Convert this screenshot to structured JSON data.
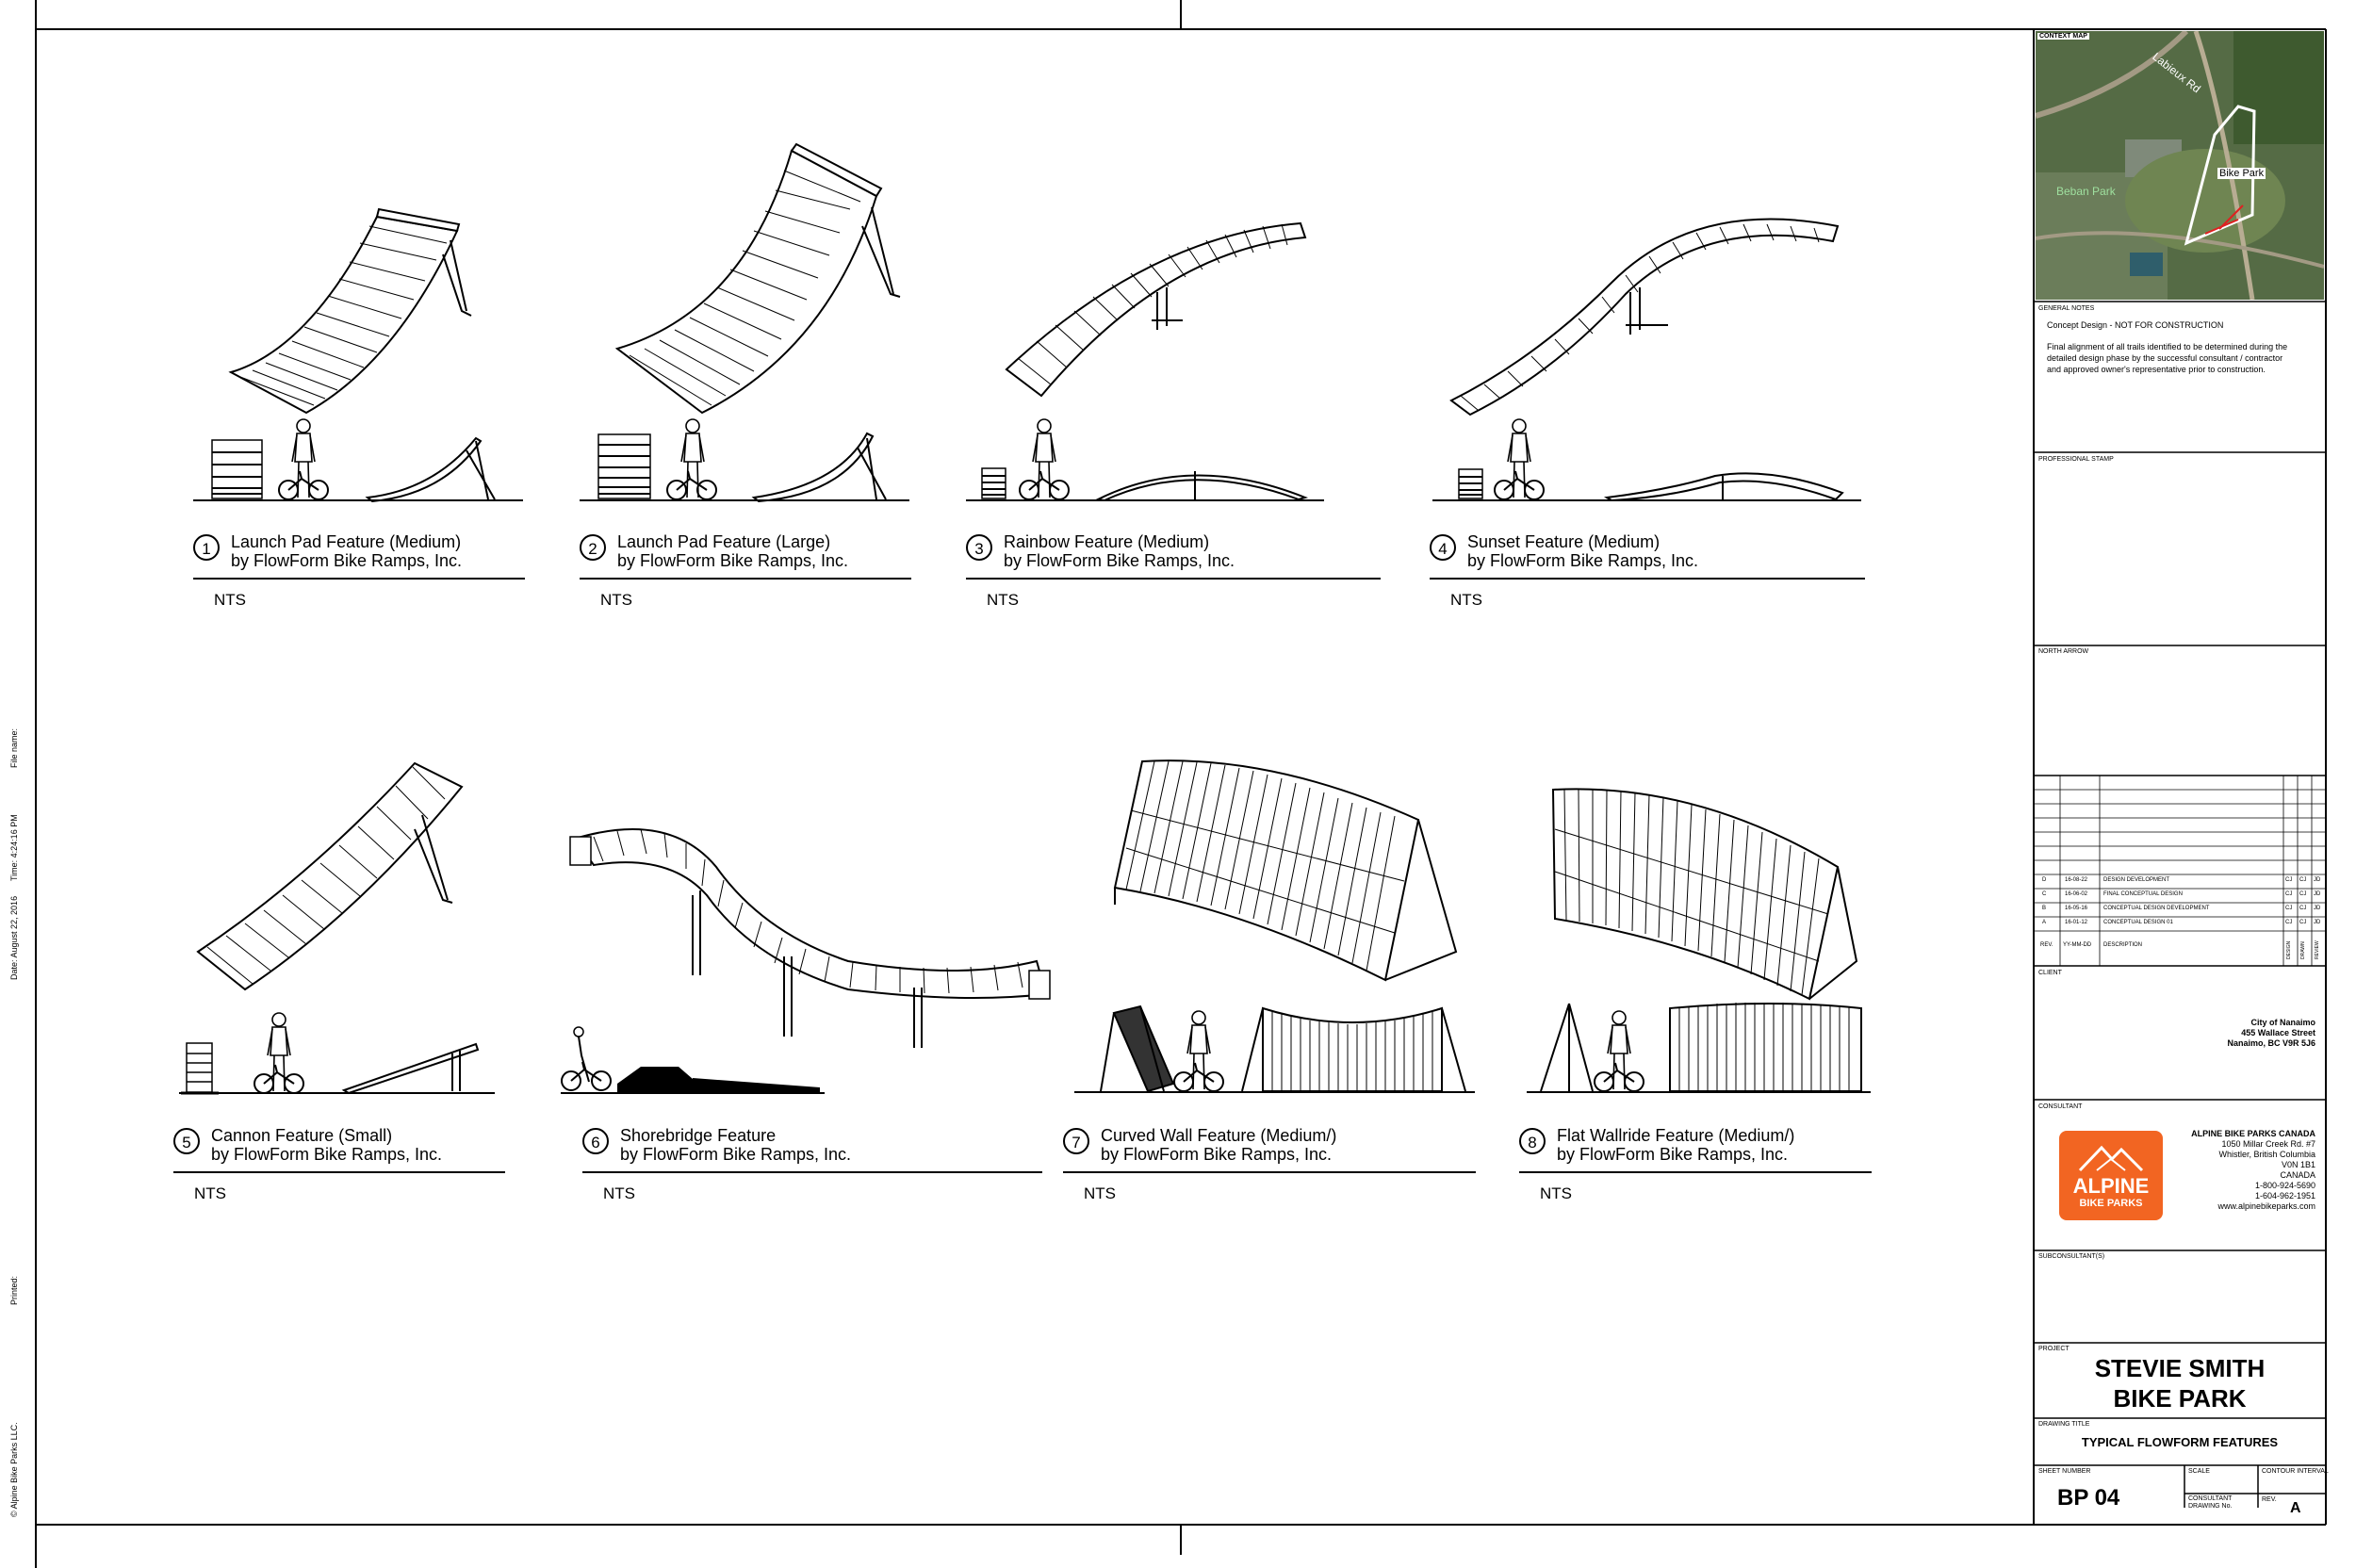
{
  "side_labels": {
    "file": "File name:",
    "time": "Time: 4:24:16 PM",
    "date": "Date: August 22, 2016",
    "printed": "Printed:",
    "copyright": "© Alpine Bike Parks LLC."
  },
  "features": [
    {
      "num": "1",
      "line1": "Launch Pad Feature (Medium)",
      "line2": "by FlowForm Bike Ramps, Inc.",
      "scale": "NTS"
    },
    {
      "num": "2",
      "line1": "Launch Pad Feature (Large)",
      "line2": "by FlowForm Bike Ramps, Inc.",
      "scale": "NTS"
    },
    {
      "num": "3",
      "line1": "Rainbow Feature (Medium)",
      "line2": "by FlowForm Bike Ramps, Inc.",
      "scale": "NTS"
    },
    {
      "num": "4",
      "line1": "Sunset Feature (Medium)",
      "line2": "by FlowForm Bike Ramps, Inc.",
      "scale": "NTS"
    },
    {
      "num": "5",
      "line1": "Cannon Feature (Small)",
      "line2": "by FlowForm Bike Ramps, Inc.",
      "scale": "NTS"
    },
    {
      "num": "6",
      "line1": "Shorebridge Feature",
      "line2": "by FlowForm Bike Ramps, Inc.",
      "scale": "NTS"
    },
    {
      "num": "7",
      "line1": "Curved Wall Feature (Medium/)",
      "line2": "by FlowForm Bike Ramps, Inc.",
      "scale": "NTS"
    },
    {
      "num": "8",
      "line1": "Flat Wallride Feature (Medium/)",
      "line2": "by FlowForm Bike Ramps, Inc.",
      "scale": "NTS"
    }
  ],
  "title_block": {
    "context_map_label": "CONTEXT MAP",
    "map_road": "Labieux Rd",
    "map_park": "Beban Park",
    "map_bike_park": "Bike Park",
    "general_notes_label": "GENERAL NOTES",
    "notes_line1": "Concept Design - NOT FOR CONSTRUCTION",
    "notes_line2": "Final alignment of all trails identified to be determined during the",
    "notes_line3": "detailed design phase by the successful consultant / contractor",
    "notes_line4": "and approved owner's representative prior to construction.",
    "stamp_label": "PROFESSIONAL STAMP",
    "north_label": "NORTH ARROW",
    "revisions": [
      {
        "rev": "D",
        "date": "16-08-22",
        "desc": "DESIGN DEVELOPMENT",
        "c1": "CJ",
        "c2": "CJ",
        "c3": "JD"
      },
      {
        "rev": "C",
        "date": "16-06-02",
        "desc": "FINAL CONCEPTUAL DESIGN",
        "c1": "CJ",
        "c2": "CJ",
        "c3": "JD"
      },
      {
        "rev": "B",
        "date": "16-05-16",
        "desc": "CONCEPTUAL DESIGN DEVELOPMENT",
        "c1": "CJ",
        "c2": "CJ",
        "c3": "JD"
      },
      {
        "rev": "A",
        "date": "16-01-12",
        "desc": "CONCEPTUAL DESIGN 01",
        "c1": "CJ",
        "c2": "CJ",
        "c3": "JD"
      }
    ],
    "rev_header": {
      "rev": "REV.",
      "date": "YY-MM-DD",
      "desc": "DESCRIPTION",
      "c1": "DESIGN",
      "c2": "DRAWN",
      "c3": "REVIEW"
    },
    "client_label": "CLIENT",
    "client_l1": "City of Nanaimo",
    "client_l2": "455 Wallace Street",
    "client_l3": "Nanaimo, BC V9R 5J6",
    "consultant_label": "CONSULTANT",
    "logo_l1": "ALPINE",
    "logo_l2": "BIKE PARKS",
    "cons_l1": "ALPINE BIKE PARKS CANADA",
    "cons_l2": "1050 Millar Creek Rd. #7",
    "cons_l3": "Whistler, British Columbia",
    "cons_l4": "V0N 1B1",
    "cons_l5": "CANADA",
    "cons_l6": "1-800-924-5690",
    "cons_l7": "1-604-962-1951",
    "cons_l8": "www.alpinebikeparks.com",
    "subconsultant_label": "SUBCONSULTANT(S)",
    "project_label": "PROJECT",
    "project_l1": "STEVIE SMITH",
    "project_l2": "BIKE PARK",
    "drawing_title_label": "DRAWING TITLE",
    "drawing_title": "TYPICAL FLOWFORM FEATURES",
    "sheet_number_label": "SHEET NUMBER",
    "sheet_number": "BP 04",
    "scale_label": "SCALE",
    "contour_label": "CONTOUR INTERVAL",
    "cons_drawing_label1": "CONSULTANT",
    "cons_drawing_label2": "DRAWING No.",
    "rev_label": "REV.",
    "rev_value": "A"
  },
  "colors": {
    "logo_orange": "#f26522",
    "map_green": "#4a6b3a"
  }
}
